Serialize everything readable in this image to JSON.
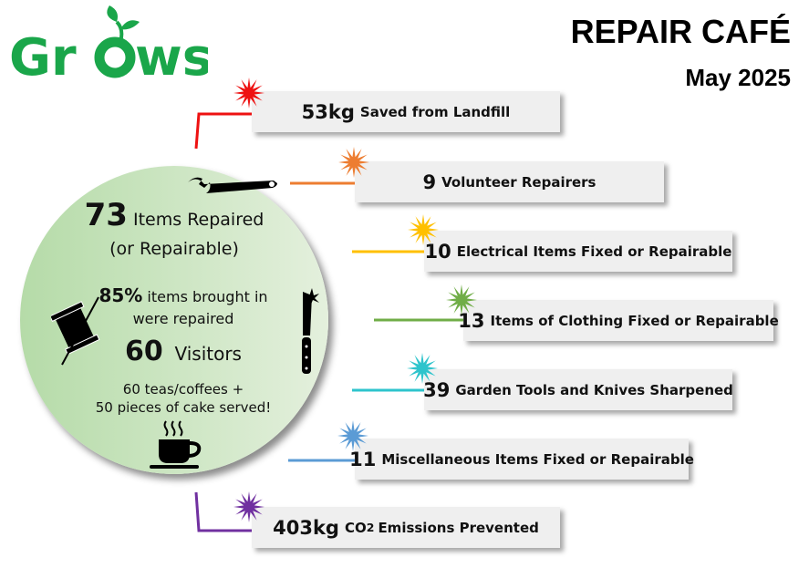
{
  "logo": {
    "text": "GrOws",
    "color": "#1aa64a"
  },
  "header": {
    "title": "REPAIR CAFÉ",
    "date": "May 2025"
  },
  "circle": {
    "items_number": "73",
    "items_label": "Items Repaired",
    "items_sub": "(or Repairable)",
    "percent": "85%",
    "percent_label": "items brought in",
    "percent_label2": "were repaired",
    "visitors_number": "60",
    "visitors_label": "Visitors",
    "refresh1": "60 teas/coffees +",
    "refresh2": "50 pieces of cake served!"
  },
  "stats": [
    {
      "value": "53kg",
      "label": "Saved from Landfill",
      "color": "#ee1111"
    },
    {
      "value": "9",
      "label": "Volunteer Repairers",
      "color": "#ed7d31"
    },
    {
      "value": "10",
      "label": "Electrical Items Fixed or Repairable",
      "color": "#ffc000"
    },
    {
      "value": "13",
      "label": "Items of Clothing Fixed or Repairable",
      "color": "#70ad47"
    },
    {
      "value": "39",
      "label": "Garden Tools and Knives Sharpened",
      "color": "#2ec4cc"
    },
    {
      "value": "11",
      "label": "Miscellaneous Items Fixed or Repairable",
      "color": "#5b9bd5"
    },
    {
      "value": "403kg",
      "label_pre": "CO",
      "label_sub": "2",
      "label": "Emissions Prevented",
      "color": "#7030a0"
    }
  ]
}
